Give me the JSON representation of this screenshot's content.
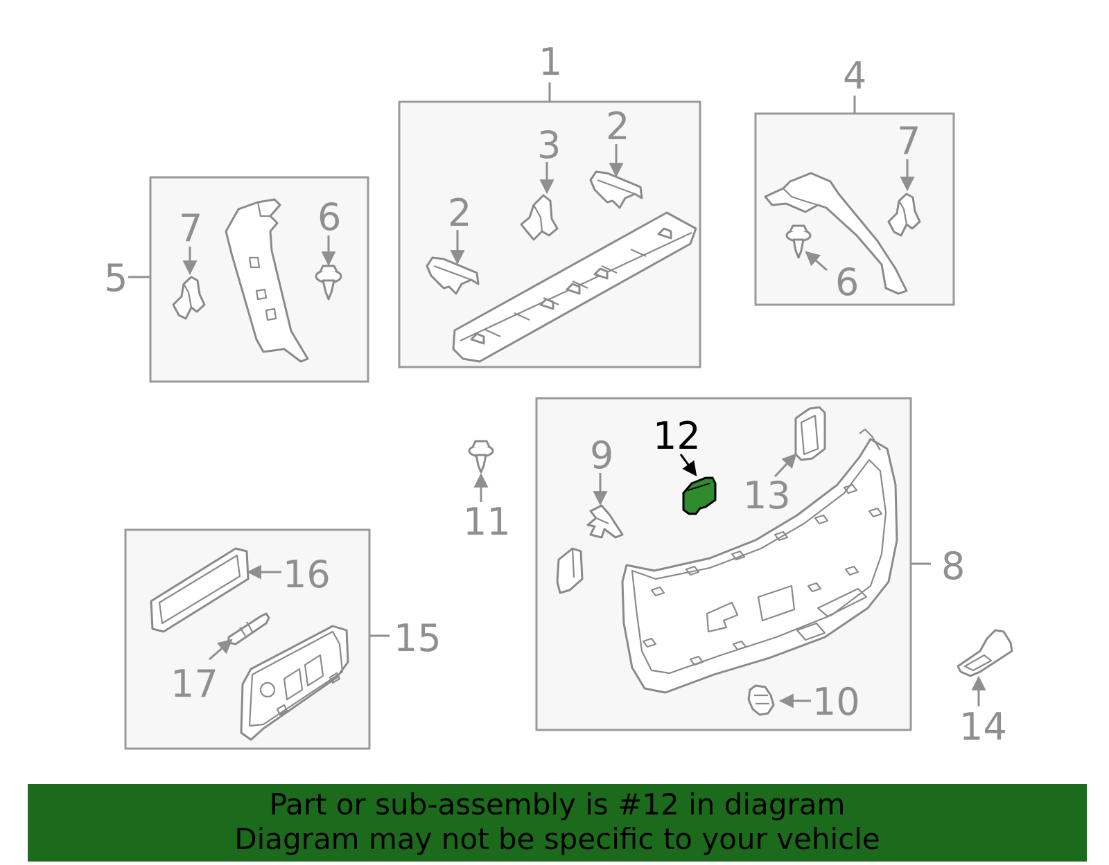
{
  "diagram": {
    "highlight_part": "12",
    "highlight_color": "#2e8b2e",
    "labels": {
      "p1": "1",
      "p2a": "2",
      "p2b": "2",
      "p3": "3",
      "p4": "4",
      "p5": "5",
      "p6a": "6",
      "p6b": "6",
      "p7a": "7",
      "p7b": "7",
      "p8": "8",
      "p9": "9",
      "p10": "10",
      "p11": "11",
      "p12": "12",
      "p13": "13",
      "p14": "14",
      "p15": "15",
      "p16": "16",
      "p17": "17"
    }
  },
  "banner": {
    "line1": "Part or sub-assembly is #12 in diagram",
    "line2": "Diagram may not be specific to your vehicle",
    "background": "#1c6b1c"
  }
}
